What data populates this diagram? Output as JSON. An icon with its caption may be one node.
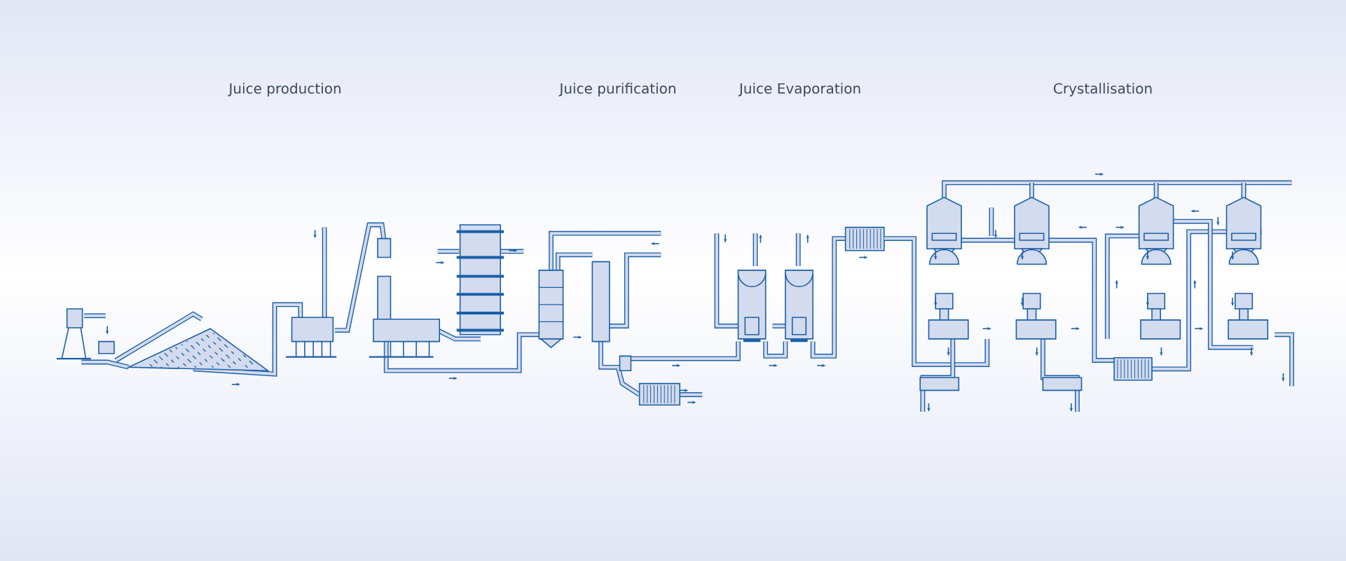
{
  "diagram": {
    "labels": [
      "Juice production",
      "Juice purification",
      "Juice Evaporation",
      "Crystallisation"
    ]
  }
}
